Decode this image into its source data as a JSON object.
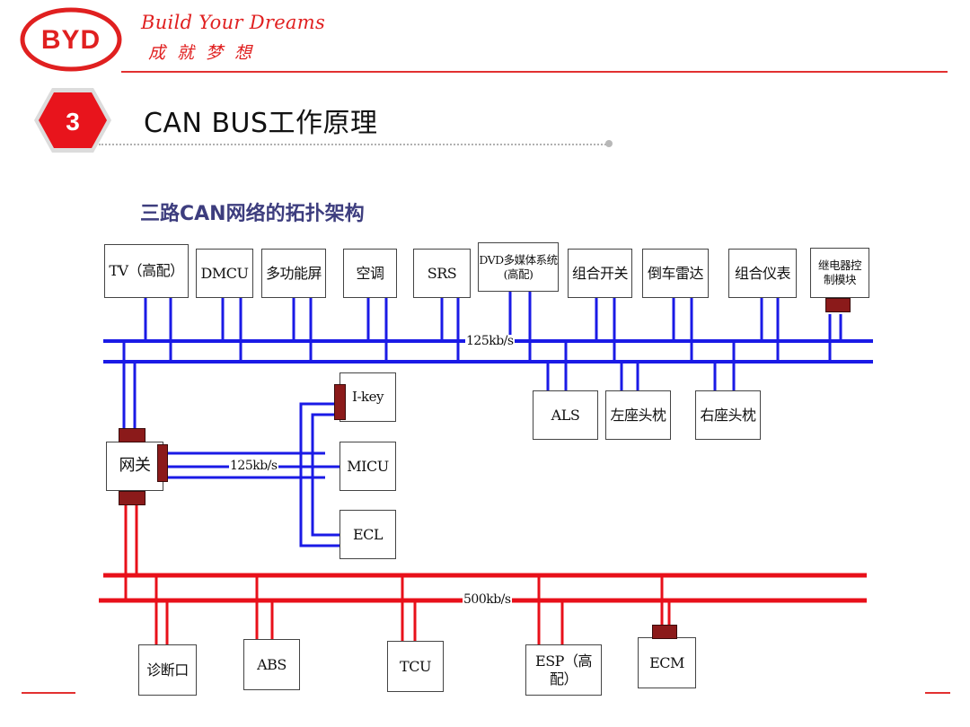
{
  "header": {
    "logo_text": "BYD",
    "slogan_en": "Build Your Dreams",
    "slogan_cn": "成就梦想",
    "section_number": "3",
    "section_title": "CAN BUS工作原理"
  },
  "diagram": {
    "subtitle": "三路CAN网络的拓扑架构",
    "bus_speeds": {
      "comfort_bus": "125kb/s",
      "body_bus": "125kb/s",
      "powertrain_bus": "500kb/s"
    },
    "comfort_top_modules": [
      "TV（高配）",
      "DMCU",
      "多功能屏",
      "空调",
      "SRS",
      "DVD多媒体系统(高配)",
      "组合开关",
      "倒车雷达",
      "组合仪表",
      "继电器控制模块"
    ],
    "comfort_bottom_modules": [
      "ALS",
      "左座头枕",
      "右座头枕"
    ],
    "gateway_label": "网关",
    "body_modules": [
      "I-key",
      "MICU",
      "ECL"
    ],
    "powertrain_modules": [
      "诊断口",
      "ABS",
      "TCU",
      "ESP（高配）",
      "ECM"
    ],
    "colors": {
      "comfort_bus": "#1a1ae6",
      "powertrain_bus": "#e8101a",
      "connector": "#8b1a1a",
      "brand_red": "#e02020"
    }
  }
}
